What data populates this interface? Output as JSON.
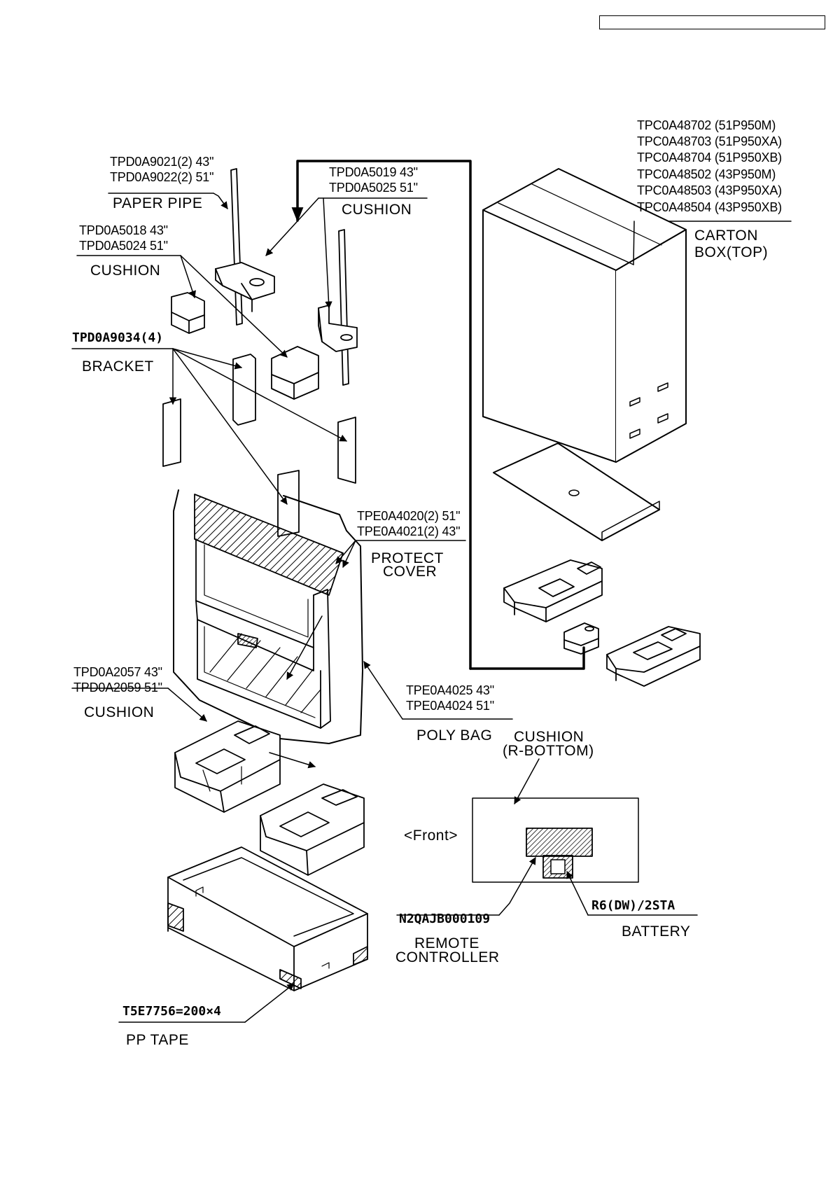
{
  "carton_box": {
    "parts": [
      "TPC0A48702   (51P950M)",
      "TPC0A48703  (51P950XA)",
      "TPC0A48704  (51P950XB)",
      "TPC0A48502  (43P950M)",
      "TPC0A48503  (43P950XA)",
      "TPC0A48504  (43P950XB)"
    ],
    "name_line1": "CARTON",
    "name_line2": "BOX(TOP)"
  },
  "paper_pipe": {
    "part1": "TPD0A9021(2) 43\"",
    "part2": "TPD0A9022(2) 51\"",
    "name": "PAPER PIPE"
  },
  "cushion_top_right": {
    "part1": "TPD0A5019 43\"",
    "part2": "TPD0A5025 51\"",
    "name": "CUSHION"
  },
  "cushion_top_left": {
    "part1": "TPD0A5018 43\"",
    "part2": "TPD0A5024 51\"",
    "name": "CUSHION"
  },
  "bracket": {
    "part": "TPD0A9034(4)",
    "name": "BRACKET"
  },
  "protect_cover": {
    "part1": "TPE0A4020(2)  51\"",
    "part2": "TPE0A4021(2) 43\"",
    "name_line1": "PROTECT",
    "name_line2": "COVER"
  },
  "cushion_bottom": {
    "part1": "TPD0A2057 43\"",
    "part2": "TPD0A2059 51\"",
    "name": "CUSHION"
  },
  "poly_bag": {
    "part1": "TPE0A4025 43\"",
    "part2": "TPE0A4024 51\"",
    "name": "POLY BAG"
  },
  "cushion_r_bottom": {
    "name_line1": "CUSHION",
    "name_line2": "(R-BOTTOM)",
    "front_label": "<Front>"
  },
  "remote": {
    "part": "N2QAJB000109",
    "name_line1": "REMOTE",
    "name_line2": "CONTROLLER"
  },
  "battery": {
    "part": "R6(DW)/2STA",
    "name": "BATTERY"
  },
  "pp_tape": {
    "part": "T5E7756=200×4",
    "name": "PP TAPE"
  }
}
